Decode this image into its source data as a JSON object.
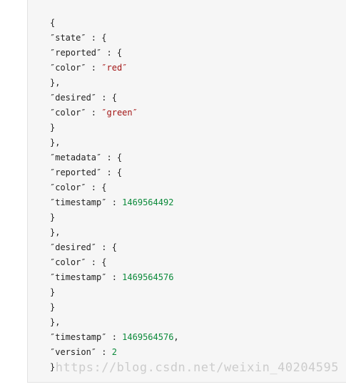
{
  "code_block": {
    "lines": [
      [
        {
          "t": "{",
          "c": "punct"
        }
      ],
      [
        {
          "t": "″state″",
          "c": "key"
        },
        {
          "t": " : {",
          "c": "punct"
        }
      ],
      [
        {
          "t": "″reported″",
          "c": "key"
        },
        {
          "t": " : {",
          "c": "punct"
        }
      ],
      [
        {
          "t": "″color″",
          "c": "key"
        },
        {
          "t": " : ",
          "c": "punct"
        },
        {
          "t": "″red″",
          "c": "str"
        }
      ],
      [
        {
          "t": "},",
          "c": "punct"
        }
      ],
      [
        {
          "t": "″desired″",
          "c": "key"
        },
        {
          "t": " : {",
          "c": "punct"
        }
      ],
      [
        {
          "t": "″color″",
          "c": "key"
        },
        {
          "t": " : ",
          "c": "punct"
        },
        {
          "t": "″green″",
          "c": "str"
        }
      ],
      [
        {
          "t": "}",
          "c": "punct"
        }
      ],
      [
        {
          "t": "},",
          "c": "punct"
        }
      ],
      [
        {
          "t": "″metadata″",
          "c": "key"
        },
        {
          "t": " : {",
          "c": "punct"
        }
      ],
      [
        {
          "t": "″reported″",
          "c": "key"
        },
        {
          "t": " : {",
          "c": "punct"
        }
      ],
      [
        {
          "t": "″color″",
          "c": "key"
        },
        {
          "t": " : {",
          "c": "punct"
        }
      ],
      [
        {
          "t": "″timestamp″",
          "c": "key"
        },
        {
          "t": " : ",
          "c": "punct"
        },
        {
          "t": "1469564492",
          "c": "num"
        }
      ],
      [
        {
          "t": "}",
          "c": "punct"
        }
      ],
      [
        {
          "t": "},",
          "c": "punct"
        }
      ],
      [
        {
          "t": "″desired″",
          "c": "key"
        },
        {
          "t": " : {",
          "c": "punct"
        }
      ],
      [
        {
          "t": "″color″",
          "c": "key"
        },
        {
          "t": " : {",
          "c": "punct"
        }
      ],
      [
        {
          "t": "″timestamp″",
          "c": "key"
        },
        {
          "t": " : ",
          "c": "punct"
        },
        {
          "t": "1469564576",
          "c": "num"
        }
      ],
      [
        {
          "t": "}",
          "c": "punct"
        }
      ],
      [
        {
          "t": "}",
          "c": "punct"
        }
      ],
      [
        {
          "t": "},",
          "c": "punct"
        }
      ],
      [
        {
          "t": "″timestamp″",
          "c": "key"
        },
        {
          "t": " : ",
          "c": "punct"
        },
        {
          "t": "1469564576",
          "c": "num"
        },
        {
          "t": ",",
          "c": "punct"
        }
      ],
      [
        {
          "t": "″version″",
          "c": "key"
        },
        {
          "t": " : ",
          "c": "punct"
        },
        {
          "t": "2",
          "c": "num"
        }
      ],
      [
        {
          "t": "}",
          "c": "punct"
        }
      ]
    ]
  },
  "watermark": {
    "text": "https://blog.csdn.net/weixin_40204595"
  },
  "colors": {
    "string": "#a31515",
    "number": "#0b8a3a",
    "text": "#222222",
    "panel_background": "#f6f6f6"
  }
}
